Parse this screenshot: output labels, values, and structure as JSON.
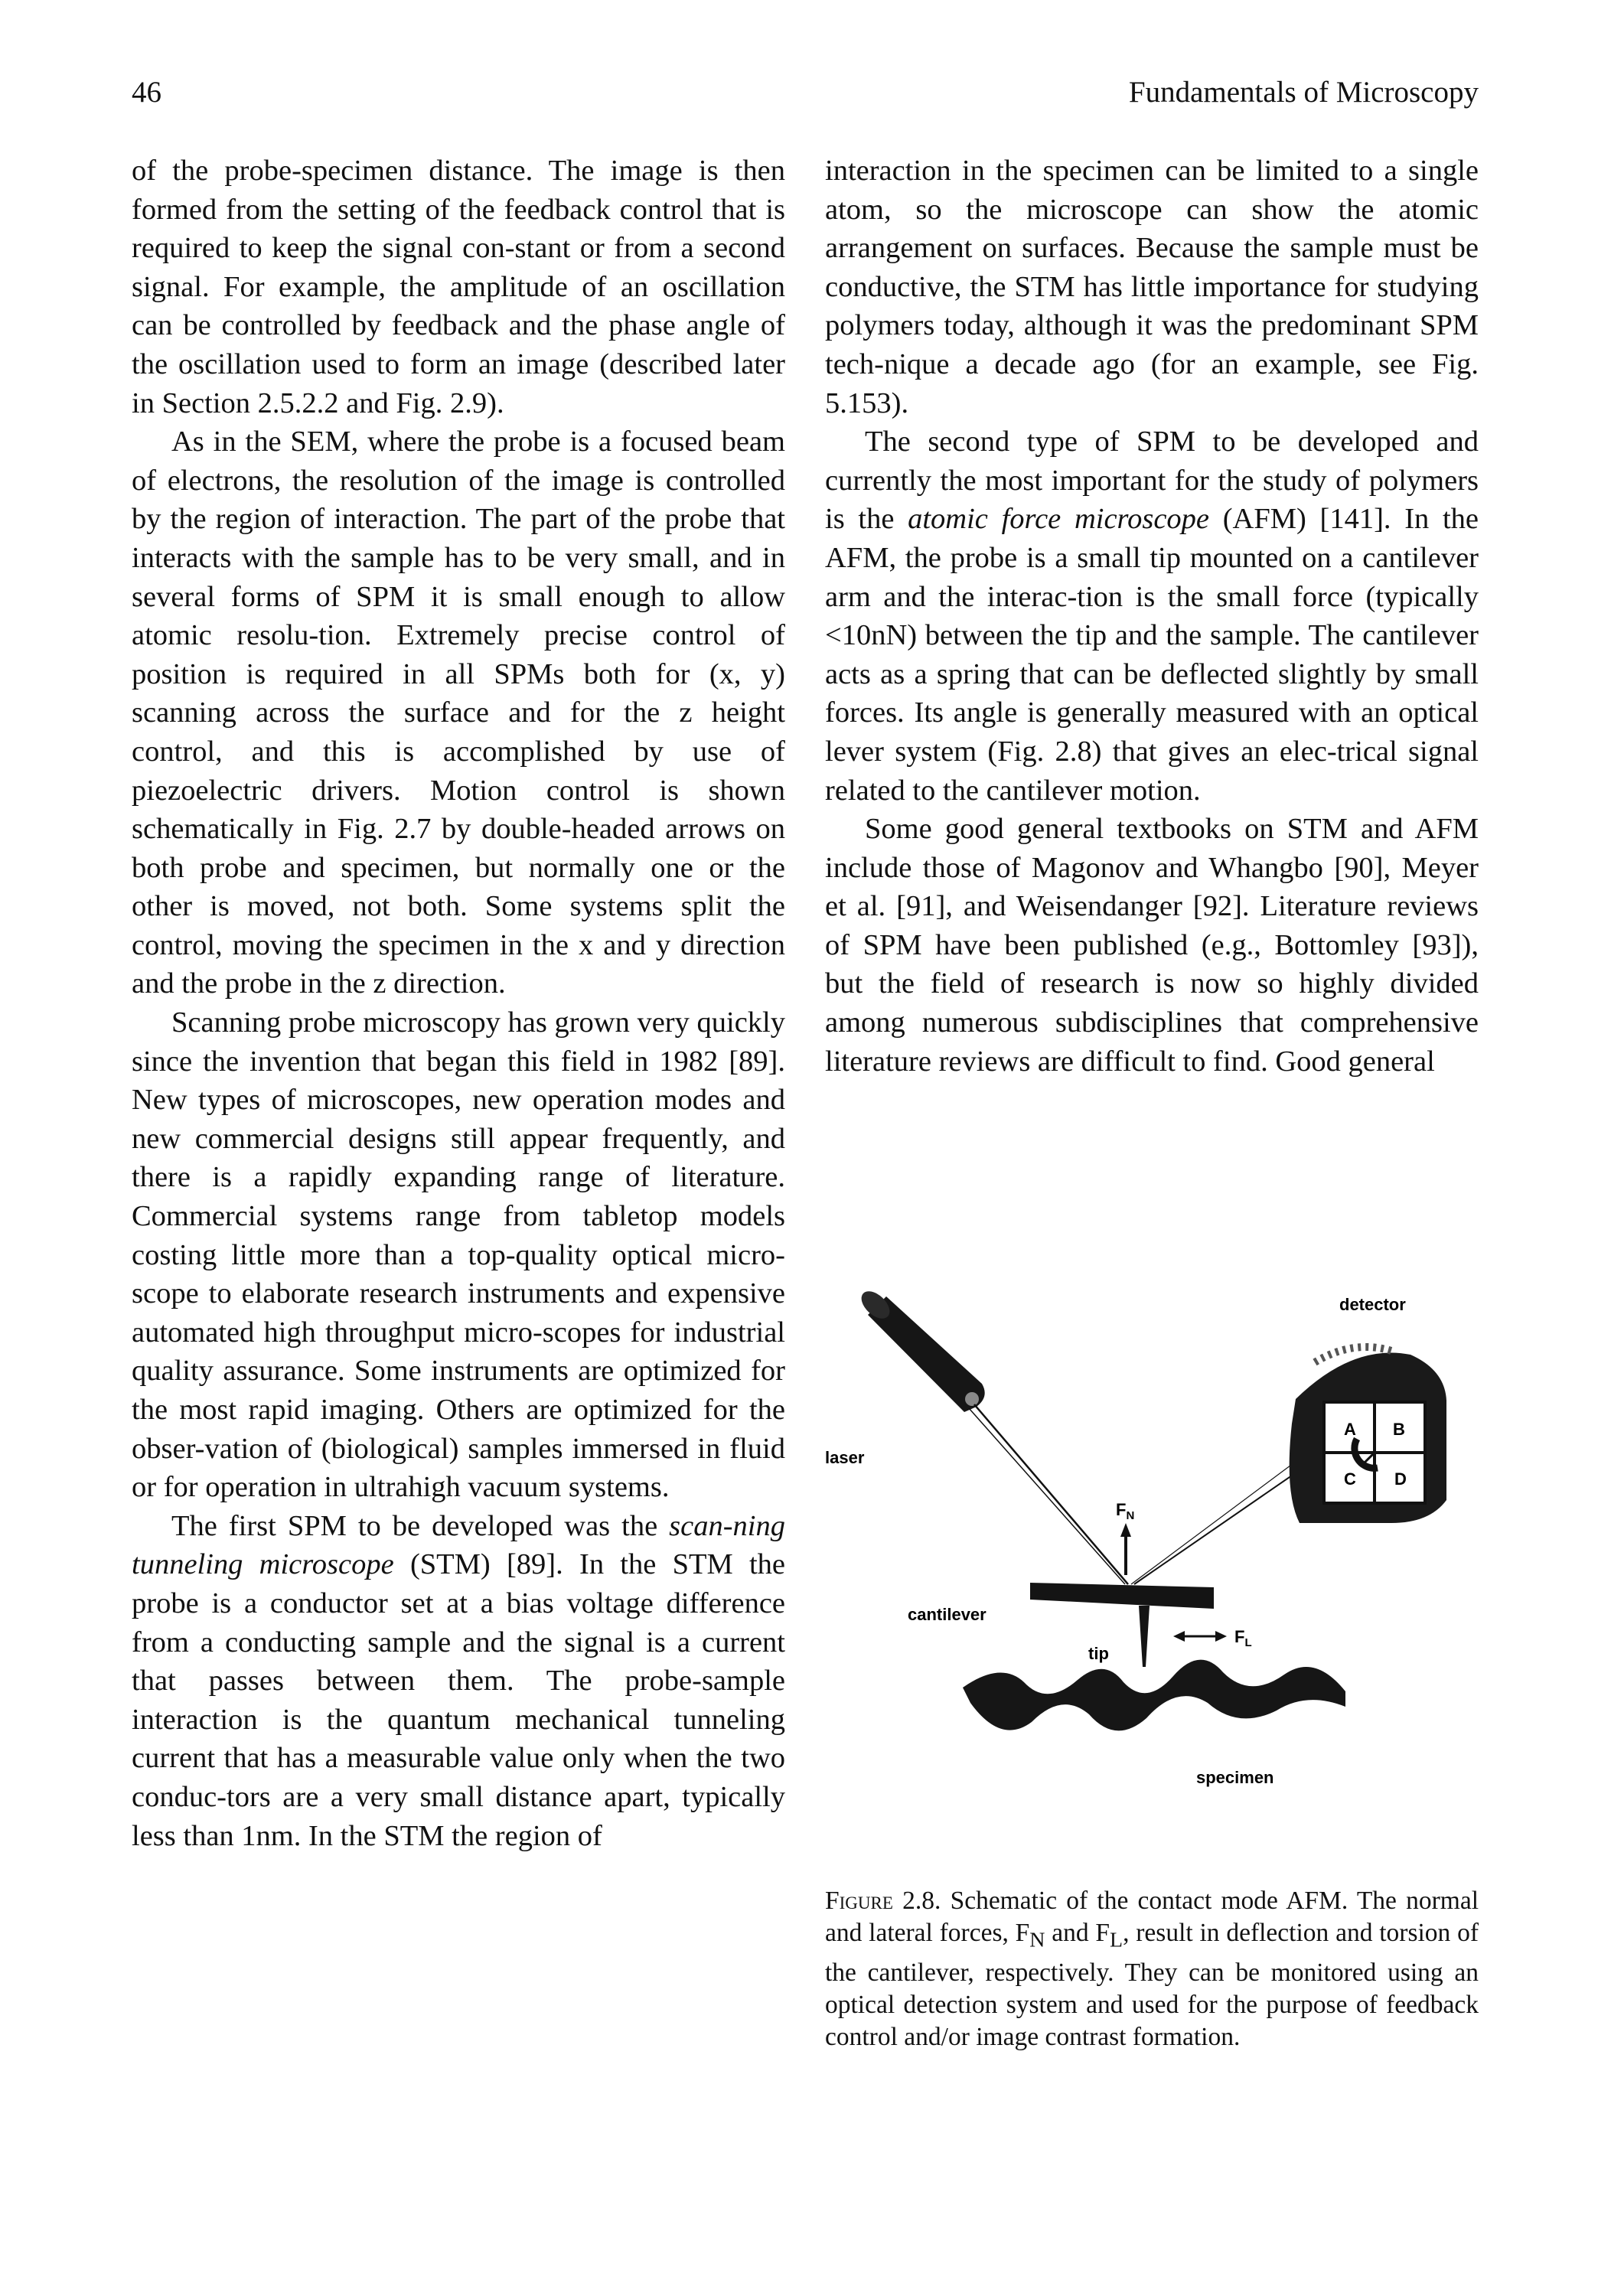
{
  "header": {
    "page_number": "46",
    "running_title": "Fundamentals of Microscopy"
  },
  "left_column": {
    "p1": "of the probe-specimen distance. The image is then formed from the setting of the feedback control that is required to keep the signal con-stant or from a second signal. For example, the amplitude of an oscillation can be controlled by feedback and the phase angle of the oscillation used to form an image (described later in Section 2.5.2.2 and Fig. 2.9).",
    "p2": "As in the SEM, where the probe is a focused beam of electrons, the resolution of the image is controlled by the region of interaction. The part of the probe that interacts with the sample has to be very small, and in several forms of SPM it is small enough to allow atomic resolu-tion. Extremely precise control of position is required in all SPMs both for (x, y) scanning across the surface and for the z height control, and this is accomplished by use of piezoelectric drivers. Motion control is shown schematically in Fig. 2.7 by double-headed arrows on both probe and specimen, but normally one or the other is moved, not both. Some systems split the control, moving the specimen in the x and y direction and the probe in the z direction.",
    "p3": "Scanning probe microscopy has grown very quickly since the invention that began this field in 1982 [89]. New types of microscopes, new operation modes and new commercial designs still appear frequently, and there is a rapidly expanding range of literature. Commercial systems range from tabletop models costing little more than a top-quality optical micro-scope to elaborate research instruments and expensive automated high throughput micro-scopes for industrial quality assurance. Some instruments are optimized for the most rapid imaging. Others are optimized for the obser-vation of (biological) samples immersed in fluid or for operation in ultrahigh vacuum systems.",
    "p4_a": "The first SPM to be developed was the ",
    "p4_em": "scan-ning tunneling microscope",
    "p4_b": " (STM) [89]. In the STM the probe is a conductor set at a bias voltage difference from a conducting sample and the signal is a current that passes between them. The probe-sample interaction is the quantum mechanical tunneling current that has a measurable value only when the two conduc-tors are a very small distance apart, typically less than 1nm. In the STM the region of"
  },
  "right_column": {
    "p1": "interaction in the specimen can be limited to a single atom, so the microscope can show the atomic arrangement on surfaces. Because the sample must be conductive, the STM has little importance for studying polymers today, although it was the predominant SPM tech-nique a decade ago (for an example, see Fig. 5.153).",
    "p2_a": "The second type of SPM to be developed and currently the most important for the study of polymers is the ",
    "p2_em": "atomic force microscope",
    "p2_b": " (AFM) [141]. In the AFM, the probe is a small tip mounted on a cantilever arm and the interac-tion is the small force (typically <10nN) between the tip and the sample. The cantilever acts as a spring that can be deflected slightly by small forces. Its angle is generally measured with an optical lever system (Fig. 2.8) that gives an elec-trical signal related to the cantilever motion.",
    "p3": "Some good general textbooks on STM and AFM include those of Magonov and Whangbo [90], Meyer et al. [91], and Weisendanger [92]. Literature reviews of SPM have been published (e.g., Bottomley [93]), but the field of research is now so highly divided among numerous subdisciplines that comprehensive literature reviews are difficult to find. Good general"
  },
  "figure": {
    "labels": {
      "laser": "laser",
      "detector": "detector",
      "cantilever": "cantilever",
      "tip": "tip",
      "specimen": "specimen",
      "fn": "F",
      "fn_sub": "N",
      "fl": "F",
      "fl_sub": "L",
      "quad_a": "A",
      "quad_b": "B",
      "quad_c": "C",
      "quad_d": "D"
    },
    "caption": {
      "label": "Figure",
      "number": " 2.8.",
      "text": " Schematic of the contact mode AFM. The normal and lateral forces, F",
      "sub_n": "N",
      "and": " and F",
      "sub_l": "L",
      "rest": ", result in deflection and torsion of the cantilever, respectively. They can be monitored using an optical detection system and used for the purpose of feedback control and/or image contrast formation."
    }
  }
}
